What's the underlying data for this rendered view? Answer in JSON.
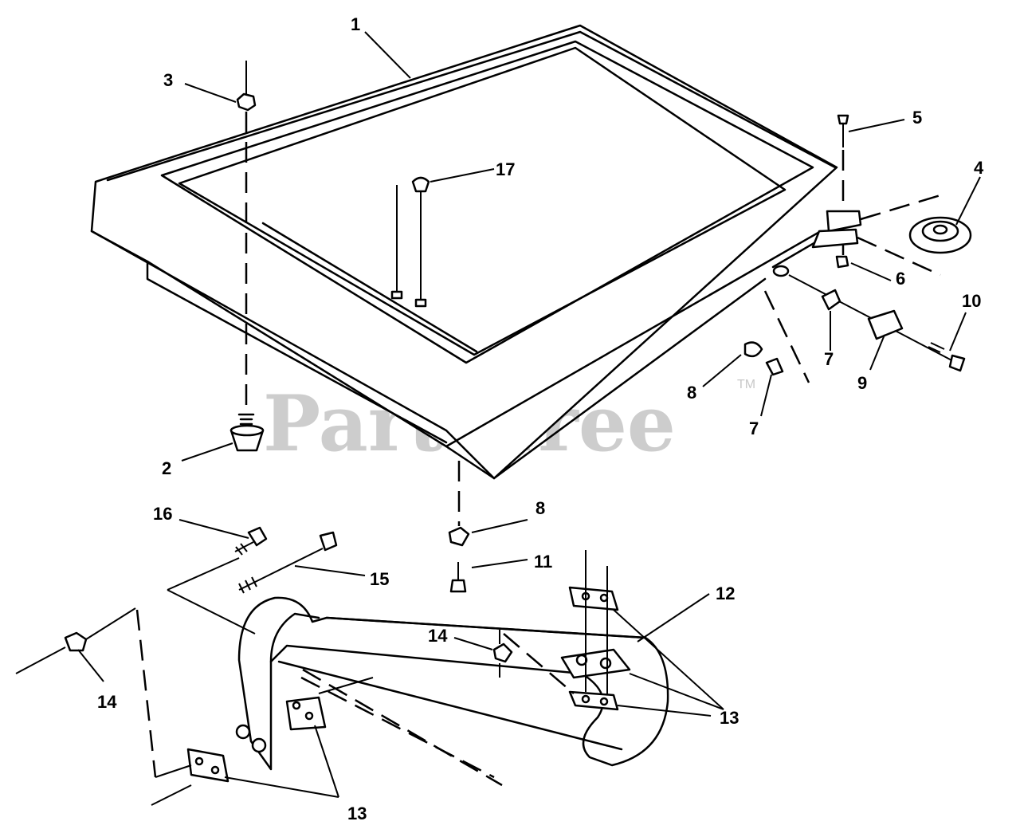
{
  "watermark": {
    "text": "PartsTree",
    "trademark": "TM"
  },
  "callouts": {
    "c1": "1",
    "c2": "2",
    "c3": "3",
    "c4": "4",
    "c5": "5",
    "c6": "6",
    "c7a": "7",
    "c7b": "7",
    "c8a": "8",
    "c8b": "8",
    "c9": "9",
    "c10": "10",
    "c11": "11",
    "c12": "12",
    "c13a": "13",
    "c13b": "13",
    "c14a": "14",
    "c14b": "14",
    "c15": "15",
    "c16": "16",
    "c17": "17"
  }
}
